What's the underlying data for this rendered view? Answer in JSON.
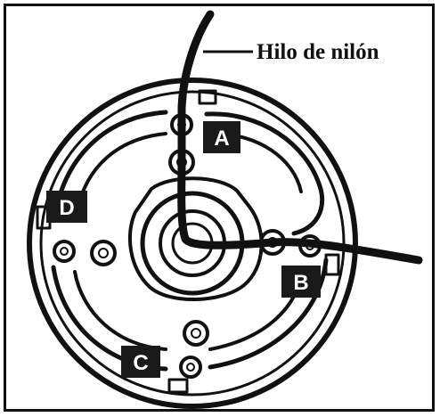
{
  "callout": {
    "text": "Hilo de nilón"
  },
  "labels": {
    "a": "A",
    "b": "B",
    "c": "C",
    "d": "D"
  },
  "colors": {
    "ink": "#111111",
    "badge": "#1a1a1a",
    "background": "#ffffff"
  }
}
